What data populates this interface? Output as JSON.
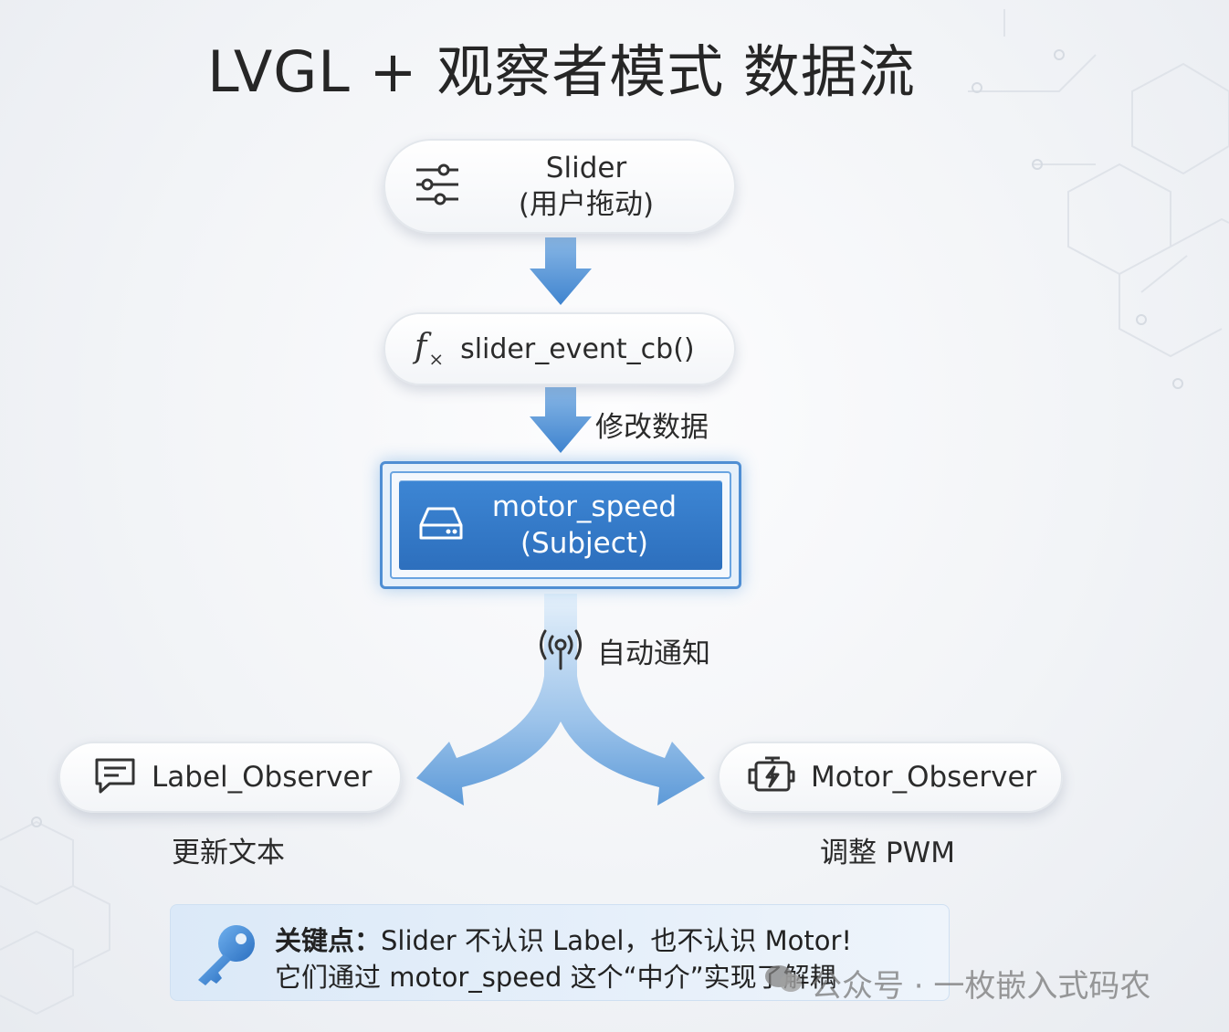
{
  "title": "LVGL + 观察者模式 数据流",
  "nodes": {
    "slider": {
      "line1": "Slider",
      "line2": "(用户拖动)",
      "icon": "sliders-icon"
    },
    "callback": {
      "label": "slider_event_cb()",
      "icon": "function-fx-icon"
    },
    "subject": {
      "line1": "motor_speed",
      "line2": "(Subject)",
      "icon": "storage-drive-icon"
    },
    "label_observer": {
      "label": "Label_Observer",
      "caption": "更新文本",
      "icon": "message-icon"
    },
    "motor_observer": {
      "label": "Motor_Observer",
      "caption": "调整 PWM",
      "icon": "motor-icon"
    }
  },
  "edges": {
    "modify": "修改数据",
    "notify": "自动通知",
    "notify_icon": "broadcast-icon"
  },
  "note": {
    "bold_prefix": "关键点：",
    "line1_rest": "Slider 不认识 Label，也不认识 Motor!",
    "line2": "它们通过 motor_speed 这个“中介”实现了解耦",
    "icon": "key-icon"
  },
  "watermark": "公众号 · 一枚嵌入式码农",
  "colors": {
    "accent": "#2f74c3",
    "arrow": "#5f9ad6",
    "subject_border": "#4f8ed3"
  }
}
